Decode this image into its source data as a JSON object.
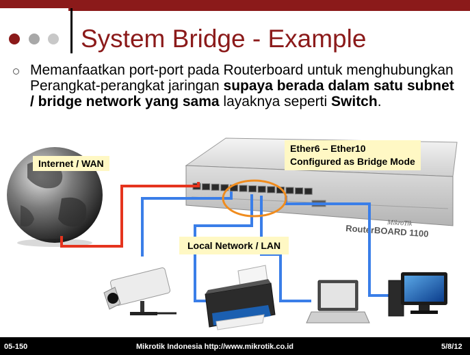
{
  "header": {
    "title": "System Bridge - Example"
  },
  "content": {
    "body_part1": "Memanfaatkan port-port pada Routerboard untuk menghubungkan Perangkat-perangkat jaringan ",
    "body_bold1": "supaya berada dalam satu subnet / bridge network yang sama",
    "body_part2": " layaknya seperti ",
    "body_bold2": "Switch",
    "body_end": "."
  },
  "diagram": {
    "internet_label": "Internet / WAN",
    "bridge_label_line1": "Ether6 – Ether10",
    "bridge_label_line2": "Configured as Bridge Mode",
    "lan_label": "Local Network / LAN",
    "router_brand": "RouterBOARD 1100",
    "router_logo": "MikroTik"
  },
  "colors": {
    "accent": "#8b1a1a",
    "wan_cable": "#e5341e",
    "lan_cable": "#3a7ee8",
    "highlight": "#f08c1e",
    "label_bg": "#fff8c4"
  },
  "footer": {
    "slide_number": "05-150",
    "center_text": "Mikrotik Indonesia http://www.mikrotik.co.id",
    "date": "5/8/12"
  }
}
